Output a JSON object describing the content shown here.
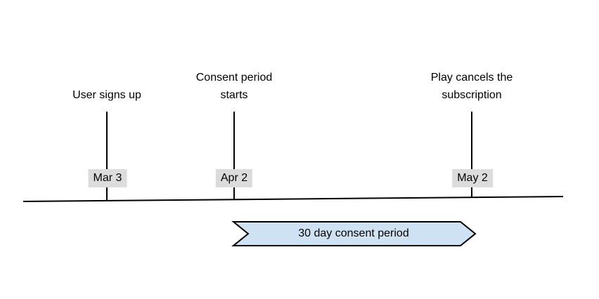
{
  "page": {
    "background": "#ffffff"
  },
  "timeline": {
    "line_color": "#000000",
    "events": [
      {
        "label": "User signs up",
        "date": "Mar 3"
      },
      {
        "label": "Consent period starts",
        "date": "Apr 2"
      },
      {
        "label": "Play cancels the subscription",
        "date": "May 2"
      }
    ],
    "date_badge": {
      "background": "#dcdcdc",
      "text_color": "#000000"
    },
    "banner": {
      "label": "30 day consent period",
      "fill": "#cfe2f3",
      "border": "#000000"
    }
  }
}
